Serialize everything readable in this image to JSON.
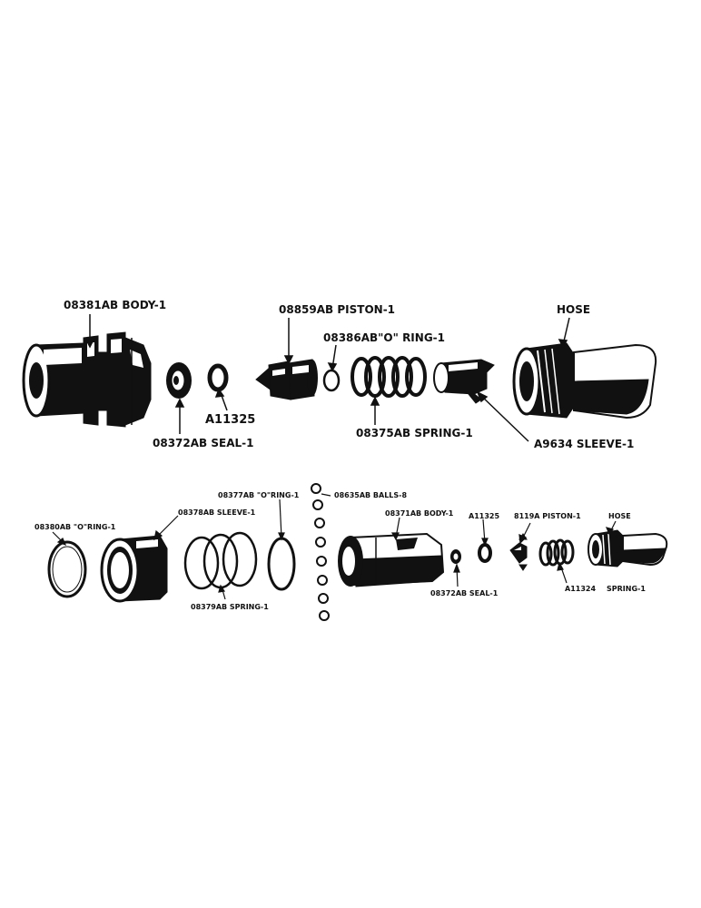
{
  "top_assembly": {
    "labels": {
      "body": "08381AB BODY-1",
      "piston": "08859AB PISTON-1",
      "o_ring": "08386AB\"O\" RING-1",
      "hose": "HOSE",
      "seal": "08372AB SEAL-1",
      "a11325": "A11325",
      "spring": "08375AB SPRING-1",
      "sleeve": "A9634 SLEEVE-1"
    }
  },
  "bottom_assembly": {
    "labels": {
      "o_ring_377": "08377AB \"O\"RING-1",
      "balls": "08635AB BALLS-8",
      "o_ring_380": "08380AB \"O\"RING-1",
      "sleeve": "08378AB SLEEVE-1",
      "body": "08371AB BODY-1",
      "a11325": "A11325",
      "piston": "8119A PISTON-1",
      "hose": "HOSE",
      "spring_379": "08379AB SPRING-1",
      "seal": "08372AB SEAL-1",
      "spring_a11324": "A11324",
      "spring_a11324_suffix": "SPRING-1"
    }
  }
}
